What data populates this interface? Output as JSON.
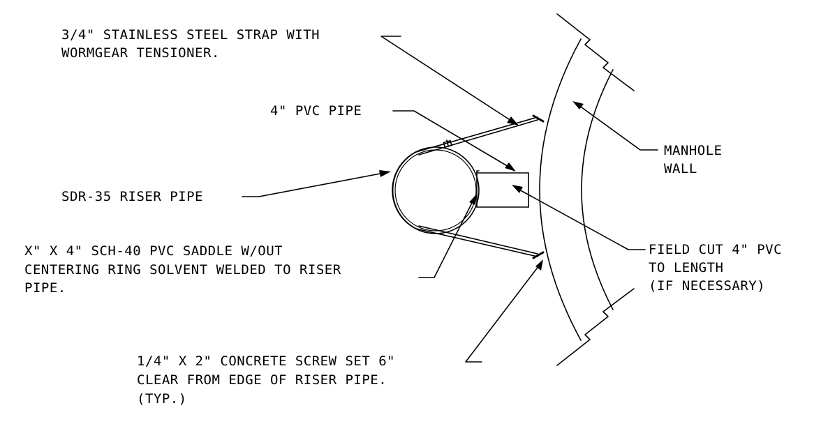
{
  "labels": {
    "strap_1": "3/4\" STAINLESS STEEL STRAP WITH",
    "strap_2": "WORMGEAR TENSIONER.",
    "pvc_pipe": "4\" PVC PIPE",
    "manhole_1": "MANHOLE",
    "manhole_2": "WALL",
    "riser": "SDR-35 RISER PIPE",
    "saddle_1": "X\" X 4\" SCH-40 PVC SADDLE W/OUT",
    "saddle_2": "CENTERING RING SOLVENT WELDED TO RISER",
    "saddle_3": "PIPE.",
    "field_cut_1": "FIELD CUT 4\" PVC",
    "field_cut_2": "TO LENGTH",
    "field_cut_3": "(IF NECESSARY)",
    "screw_1": "1/4\" X 2\" CONCRETE SCREW SET 6\"",
    "screw_2": "CLEAR FROM EDGE OF RISER PIPE.",
    "screw_3": "(TYP.)"
  }
}
